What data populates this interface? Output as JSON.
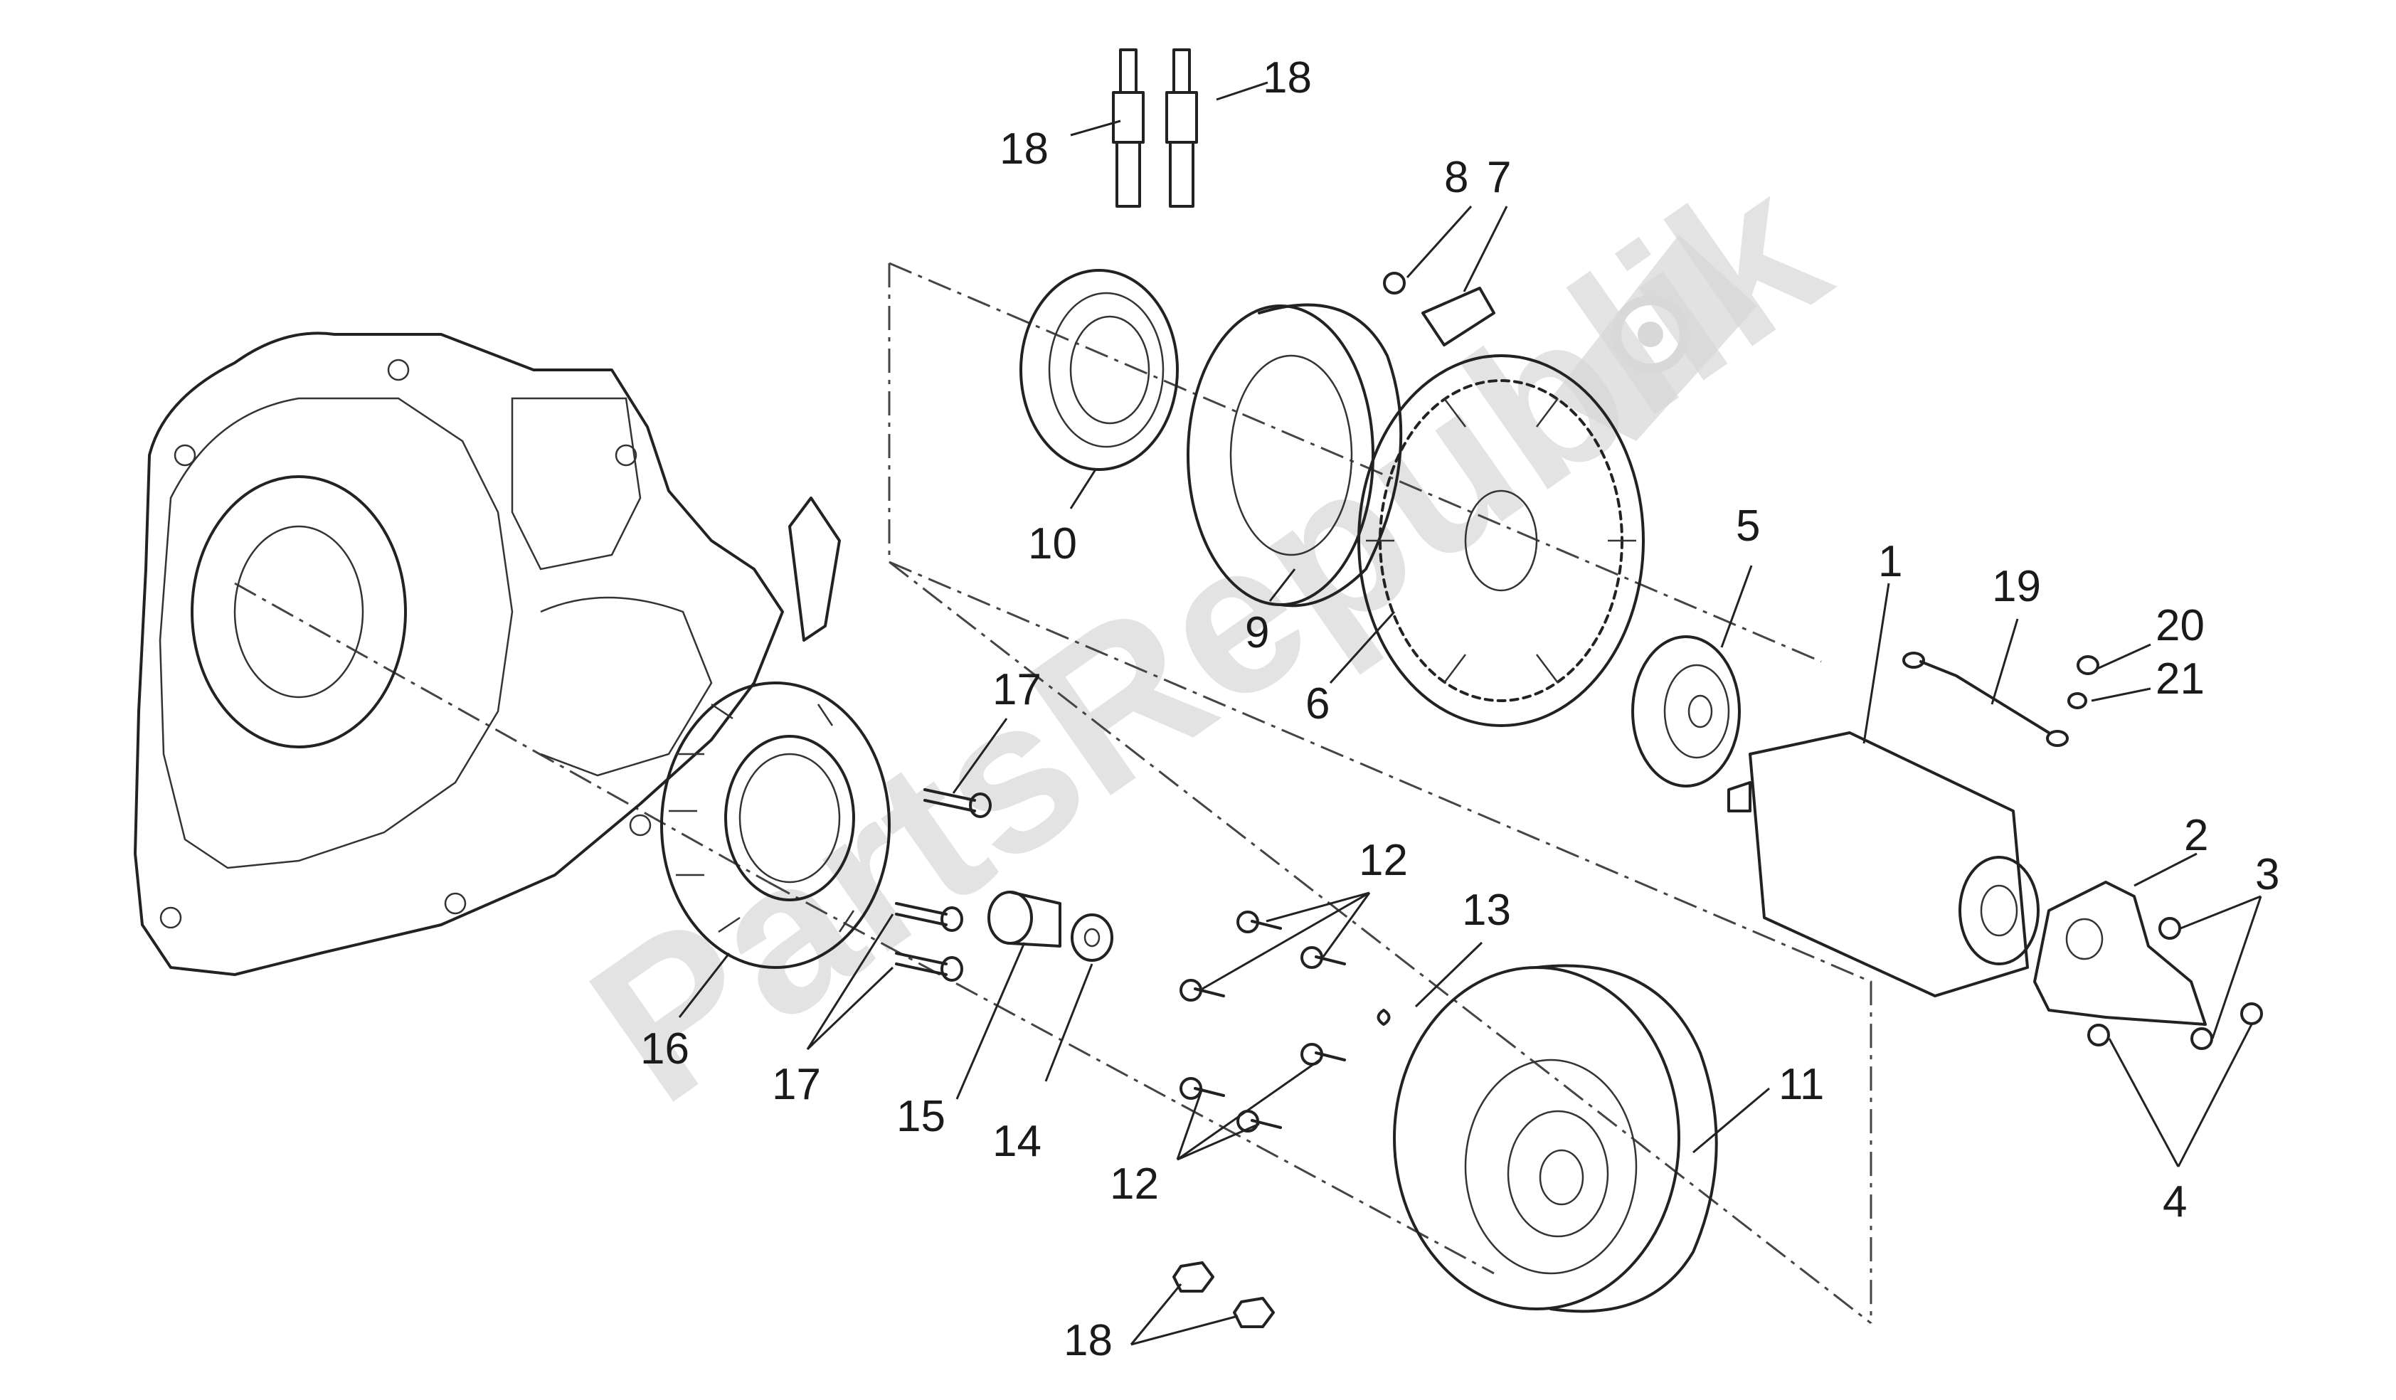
{
  "watermark": {
    "text": "PartsRepublik"
  },
  "callouts": {
    "c1": "1",
    "c2": "2",
    "c3": "3",
    "c4": "4",
    "c5": "5",
    "c6": "6",
    "c7": "7",
    "c8": "8",
    "c9": "9",
    "c10": "10",
    "c11": "11",
    "c12a": "12",
    "c12b": "12",
    "c13": "13",
    "c14": "14",
    "c15": "15",
    "c16": "16",
    "c17a": "17",
    "c17b": "17",
    "c18a": "18",
    "c18b": "18",
    "c18c": "18",
    "c19": "19",
    "c20": "20",
    "c21": "21"
  }
}
